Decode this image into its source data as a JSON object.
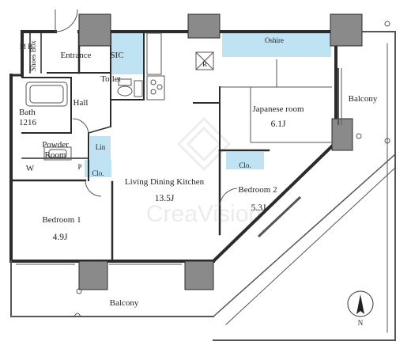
{
  "rooms": {
    "mb": "M B",
    "shoes_box": "Shoes Box",
    "entrance": "Entrance",
    "sic": "SIC",
    "toilet": "Toilet",
    "hall": "Hall",
    "bath": "Bath",
    "bath_size": "1216",
    "powder_room_line1": "Powder",
    "powder_room_line2": "Room",
    "w": "W",
    "lin": "Lin",
    "p": "P",
    "closet_1": "Clo.",
    "closet_2": "Clo.",
    "oshire": "Oshire",
    "japanese_room": "Japanese room",
    "japanese_size": "6.1J",
    "balcony_right": "Balcony",
    "ldk": "Living Dining Kitchen",
    "ldk_size": "13.5J",
    "bedroom2": "Bedroom 2",
    "bedroom2_size": "5.3J",
    "bedroom1": "Bedroom 1",
    "bedroom1_size": "4.9J",
    "balcony_bottom": "Balcony",
    "r_mark": "R"
  },
  "compass": {
    "north": "N"
  },
  "watermark": "CreaVision",
  "colors": {
    "wall": "#2b2b2b",
    "column": "#8a8a8a",
    "storage": "#bfe3f2",
    "line": "#555555"
  }
}
